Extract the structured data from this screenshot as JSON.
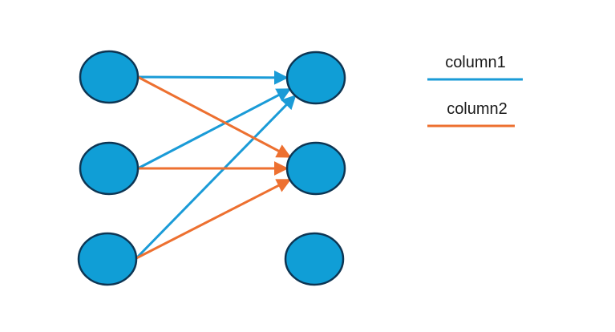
{
  "colors": {
    "node_fill": "#109ED6",
    "node_stroke": "#0D3553",
    "column1": "#1A9BD7",
    "column2": "#ED7030",
    "background": "#FFFFFF"
  },
  "nodes": {
    "left": [
      "L1",
      "L2",
      "L3"
    ],
    "right": [
      "R1",
      "R2",
      "R3"
    ]
  },
  "edges": [
    {
      "from": "L1",
      "to": "R1",
      "series": "column1"
    },
    {
      "from": "L2",
      "to": "R1",
      "series": "column1"
    },
    {
      "from": "L3",
      "to": "R1",
      "series": "column1"
    },
    {
      "from": "L1",
      "to": "R2",
      "series": "column2"
    },
    {
      "from": "L2",
      "to": "R2",
      "series": "column2"
    },
    {
      "from": "L3",
      "to": "R2",
      "series": "column2"
    }
  ],
  "legend": {
    "items": [
      {
        "key": "column1",
        "label": "column1"
      },
      {
        "key": "column2",
        "label": "column2"
      }
    ]
  }
}
